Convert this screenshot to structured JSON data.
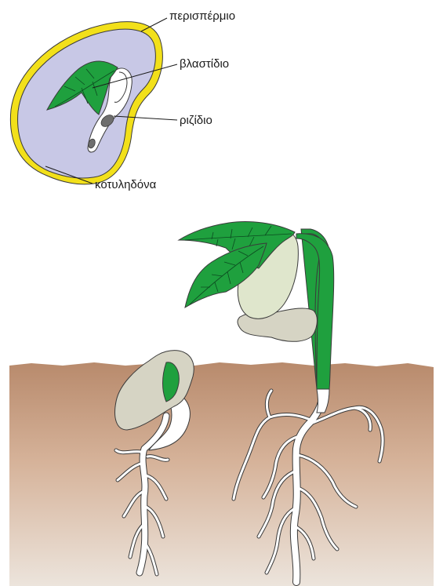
{
  "labels": {
    "seed_coat": "περισπέρμιο",
    "plumule": "βλαστίδιο",
    "radicle": "ριζίδιο",
    "cotyledon": "κοτυληδόνα"
  },
  "colors": {
    "seed_coat": "#f2e01a",
    "cotyledon_fill": "#c8c8e6",
    "leaf_green": "#1fa03e",
    "leaf_vein": "#0c4a20",
    "soil_top": "#b88a6c",
    "soil_bottom": "#ece4dc",
    "cotyledon_pale_green": "#dfe6cc",
    "cotyledon_grey": "#d6d4c4",
    "radicle_tip": "#6e6e6e",
    "outline": "#3a3a3a"
  }
}
